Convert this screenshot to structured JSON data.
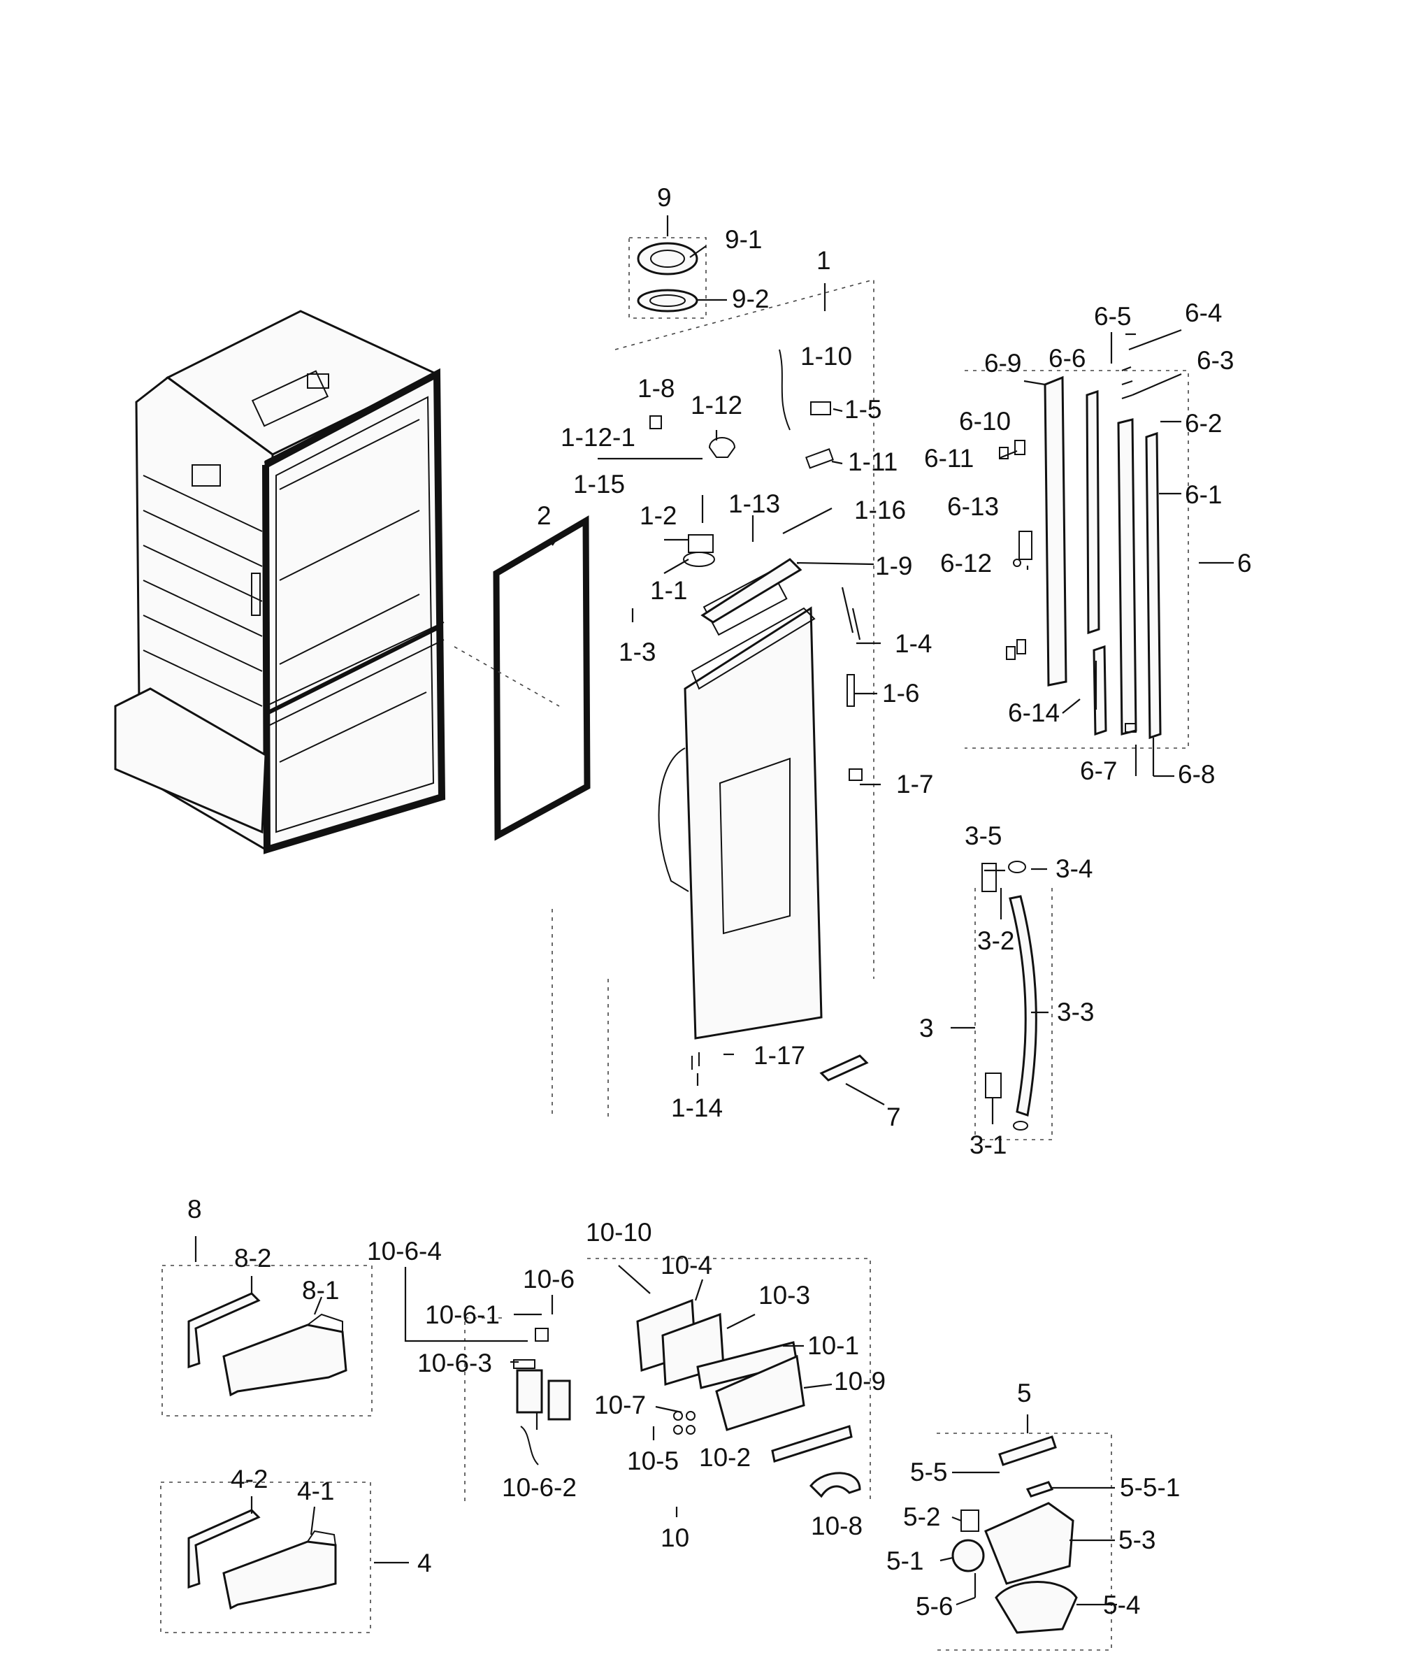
{
  "labels": {
    "g9": "9",
    "g9_1": "9-1",
    "g9_2": "9-2",
    "g1": "1",
    "g1_10": "1-10",
    "g1_5": "1-5",
    "g1_8": "1-8",
    "g1_12": "1-12",
    "g1_12_1": "1-12-1",
    "g1_11": "1-11",
    "g1_15": "1-15",
    "g1_13": "1-13",
    "g1_16": "1-16",
    "g1_2": "1-2",
    "g1_9": "1-9",
    "g1_1": "1-1",
    "g1_3": "1-3",
    "g1_4": "1-4",
    "g1_6": "1-6",
    "g1_7": "1-7",
    "g1_17": "1-17",
    "g1_14": "1-14",
    "g2": "2",
    "g7": "7",
    "g6_5": "6-5",
    "g6_4": "6-4",
    "g6_9": "6-9",
    "g6_6": "6-6",
    "g6_3": "6-3",
    "g6_10": "6-10",
    "g6_2": "6-2",
    "g6_11": "6-11",
    "g6_1": "6-1",
    "g6_13": "6-13",
    "g6_12": "6-12",
    "g6": "6",
    "g6_14": "6-14",
    "g6_7": "6-7",
    "g6_8": "6-8",
    "g3_5": "3-5",
    "g3_4": "3-4",
    "g3_2": "3-2",
    "g3_3": "3-3",
    "g3": "3",
    "g3_1": "3-1",
    "g8": "8",
    "g8_2": "8-2",
    "g8_1": "8-1",
    "g4_2": "4-2",
    "g4_1": "4-1",
    "g4": "4",
    "g10_6_4": "10-6-4",
    "g10_6": "10-6",
    "g10_6_1": "10-6-1",
    "g10_6_3": "10-6-3",
    "g10_6_2": "10-6-2",
    "g10_10": "10-10",
    "g10_4": "10-4",
    "g10_3": "10-3",
    "g10_1": "10-1",
    "g10_9": "10-9",
    "g10_7": "10-7",
    "g10_5": "10-5",
    "g10_2": "10-2",
    "g10_8": "10-8",
    "g10": "10",
    "g5": "5",
    "g5_5": "5-5",
    "g5_5_1": "5-5-1",
    "g5_2": "5-2",
    "g5_3": "5-3",
    "g5_1": "5-1",
    "g5_6": "5-6",
    "g5_4": "5-4"
  }
}
